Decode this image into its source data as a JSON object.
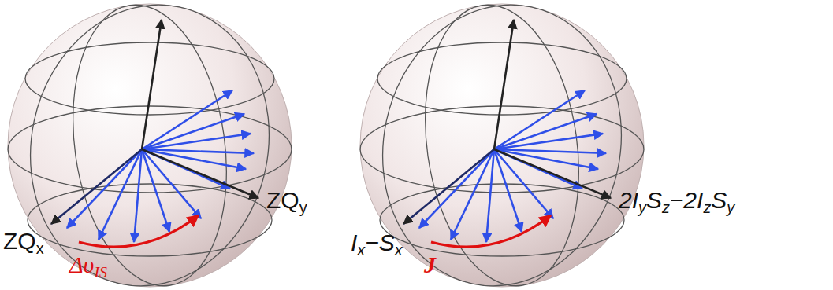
{
  "diagram": {
    "labels": [
      "ZQ",
      "x",
      "ZQ",
      "y",
      "Δυ",
      "IS",
      "I",
      "x",
      "−S",
      "x",
      "2I",
      "y",
      "S",
      "z",
      "−2I",
      "z",
      "S",
      "y",
      "J"
    ]
  }
}
